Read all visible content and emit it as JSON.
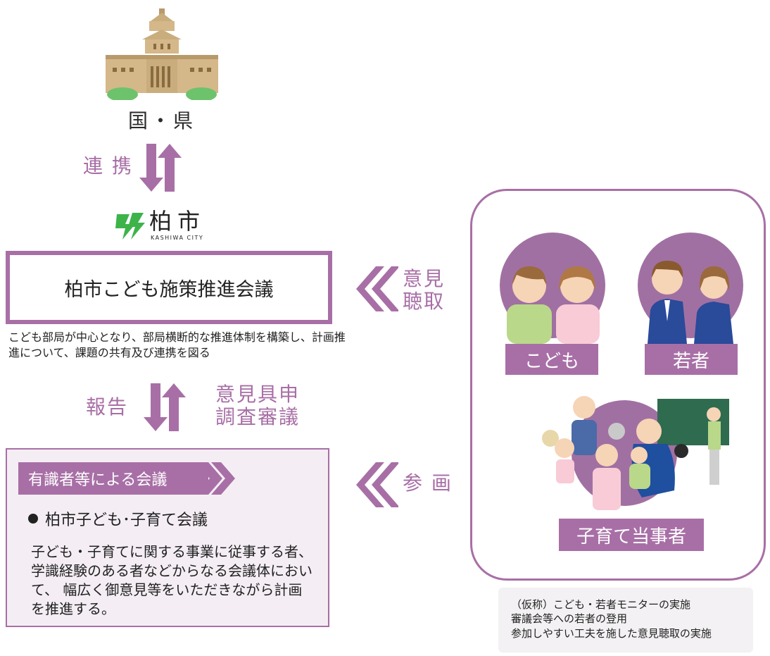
{
  "national": {
    "label": "国・県"
  },
  "arrows": {
    "cooperation": "連 携",
    "report": "報告",
    "opinion_line1": "意見具申",
    "opinion_line2": "調査審議",
    "hearing_line1": "意見",
    "hearing_line2": "聴取",
    "participation": "参 画"
  },
  "logo": {
    "name": "柏市",
    "sub": "KASHIWA CITY"
  },
  "council": {
    "title": "柏市こども施策推進会議",
    "description": "こども部局が中心となり、部局横断的な推進体制を構築し、計画推進について、課題の共有及び連携を図る"
  },
  "expert": {
    "header": "有識者等による会議",
    "item": "柏市子ども･子育て会議",
    "description": "子ども・子育てに関する事業に従事する者、学識経験のある者などからなる会議体において、 幅広く御意見等をいただきながら計画を推進する。"
  },
  "groups": {
    "children": "こども",
    "youth": "若者",
    "parents": "子育て当事者"
  },
  "notes": {
    "line1": "（仮称）こども・若者モニターの実施",
    "line2": "審議会等への若者の登用",
    "line3": "参加しやすい工夫を施した意見聴取の実施"
  },
  "colors": {
    "accent": "#a86fa6",
    "panel_bg": "#f4eef4",
    "logo_green": "#3db34a"
  }
}
